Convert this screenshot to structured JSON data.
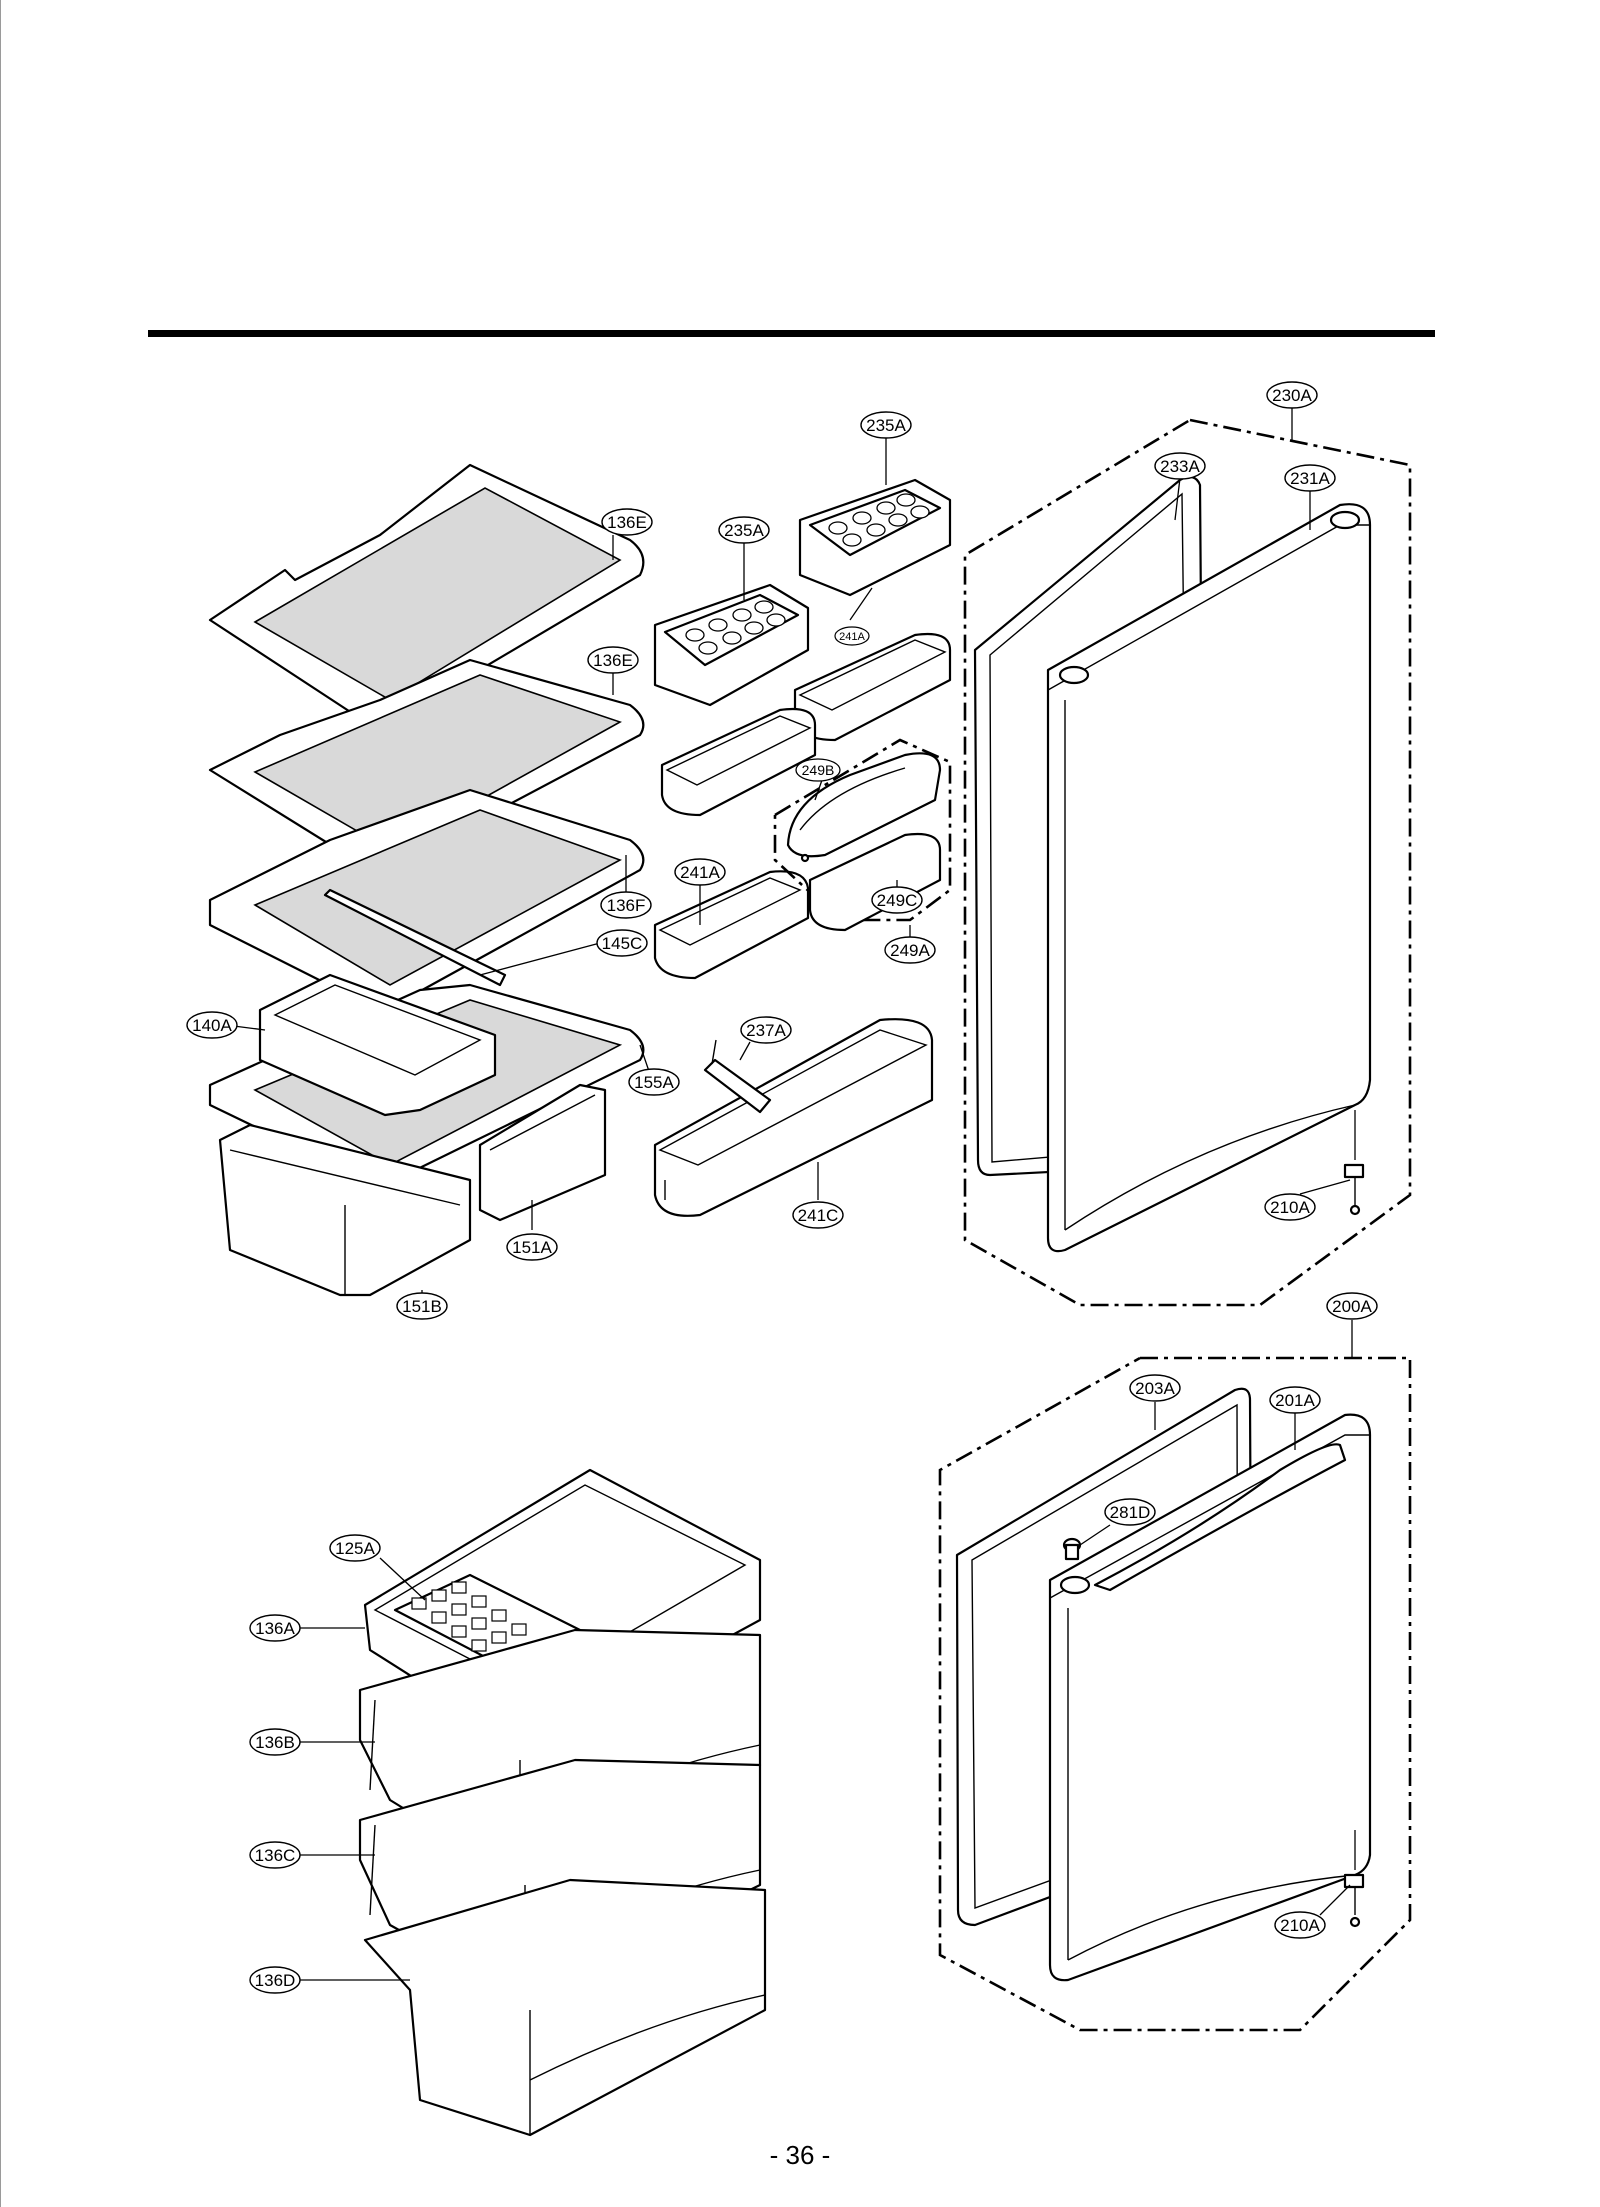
{
  "page_number": "- 36 -",
  "labels": {
    "l230A": "230A",
    "l235A_1": "235A",
    "l233A": "233A",
    "l231A": "231A",
    "l136E_1": "136E",
    "l235A_2": "235A",
    "l241A_1": "241A",
    "l136E_2": "136E",
    "l249B": "249B",
    "l241A_2": "241A",
    "l136F": "136F",
    "l249C": "249C",
    "l145C": "145C",
    "l249A": "249A",
    "l140A": "140A",
    "l237A": "237A",
    "l155A": "155A",
    "l210A_1": "210A",
    "l241C": "241C",
    "l151A": "151A",
    "l151B": "151B",
    "l200A": "200A",
    "l203A": "203A",
    "l201A": "201A",
    "l281D": "281D",
    "l125A": "125A",
    "l136A": "136A",
    "l136B": "136B",
    "l136C": "136C",
    "l136D": "136D",
    "l210A_2": "210A"
  }
}
